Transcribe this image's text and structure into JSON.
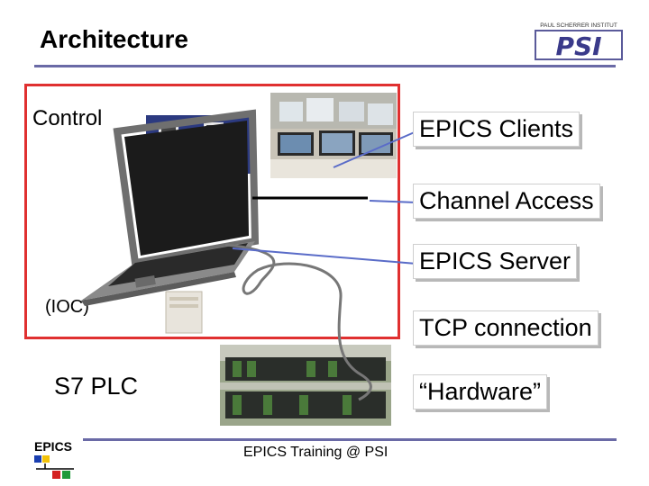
{
  "slide": {
    "title": "Architecture",
    "control_label": "Control",
    "plc_label": "S7 PLC",
    "footer": "EPICS Training @ PSI",
    "hidden_text": "(IOC)",
    "logo_psi_text": "PSI",
    "logo_psi_caption": "PAUL SCHERRER INSTITUT",
    "logo_epics_text": "EPICS"
  },
  "callouts": [
    {
      "label": "EPICS Clients"
    },
    {
      "label": "Channel Access"
    },
    {
      "label": "EPICS Server"
    },
    {
      "label": "TCP connection"
    },
    {
      "label": "“Hardware”"
    }
  ],
  "colors": {
    "accent_rule": "#6a6aa6",
    "highlight_box": "#e03030",
    "leader_line": "#5a6cc8"
  }
}
